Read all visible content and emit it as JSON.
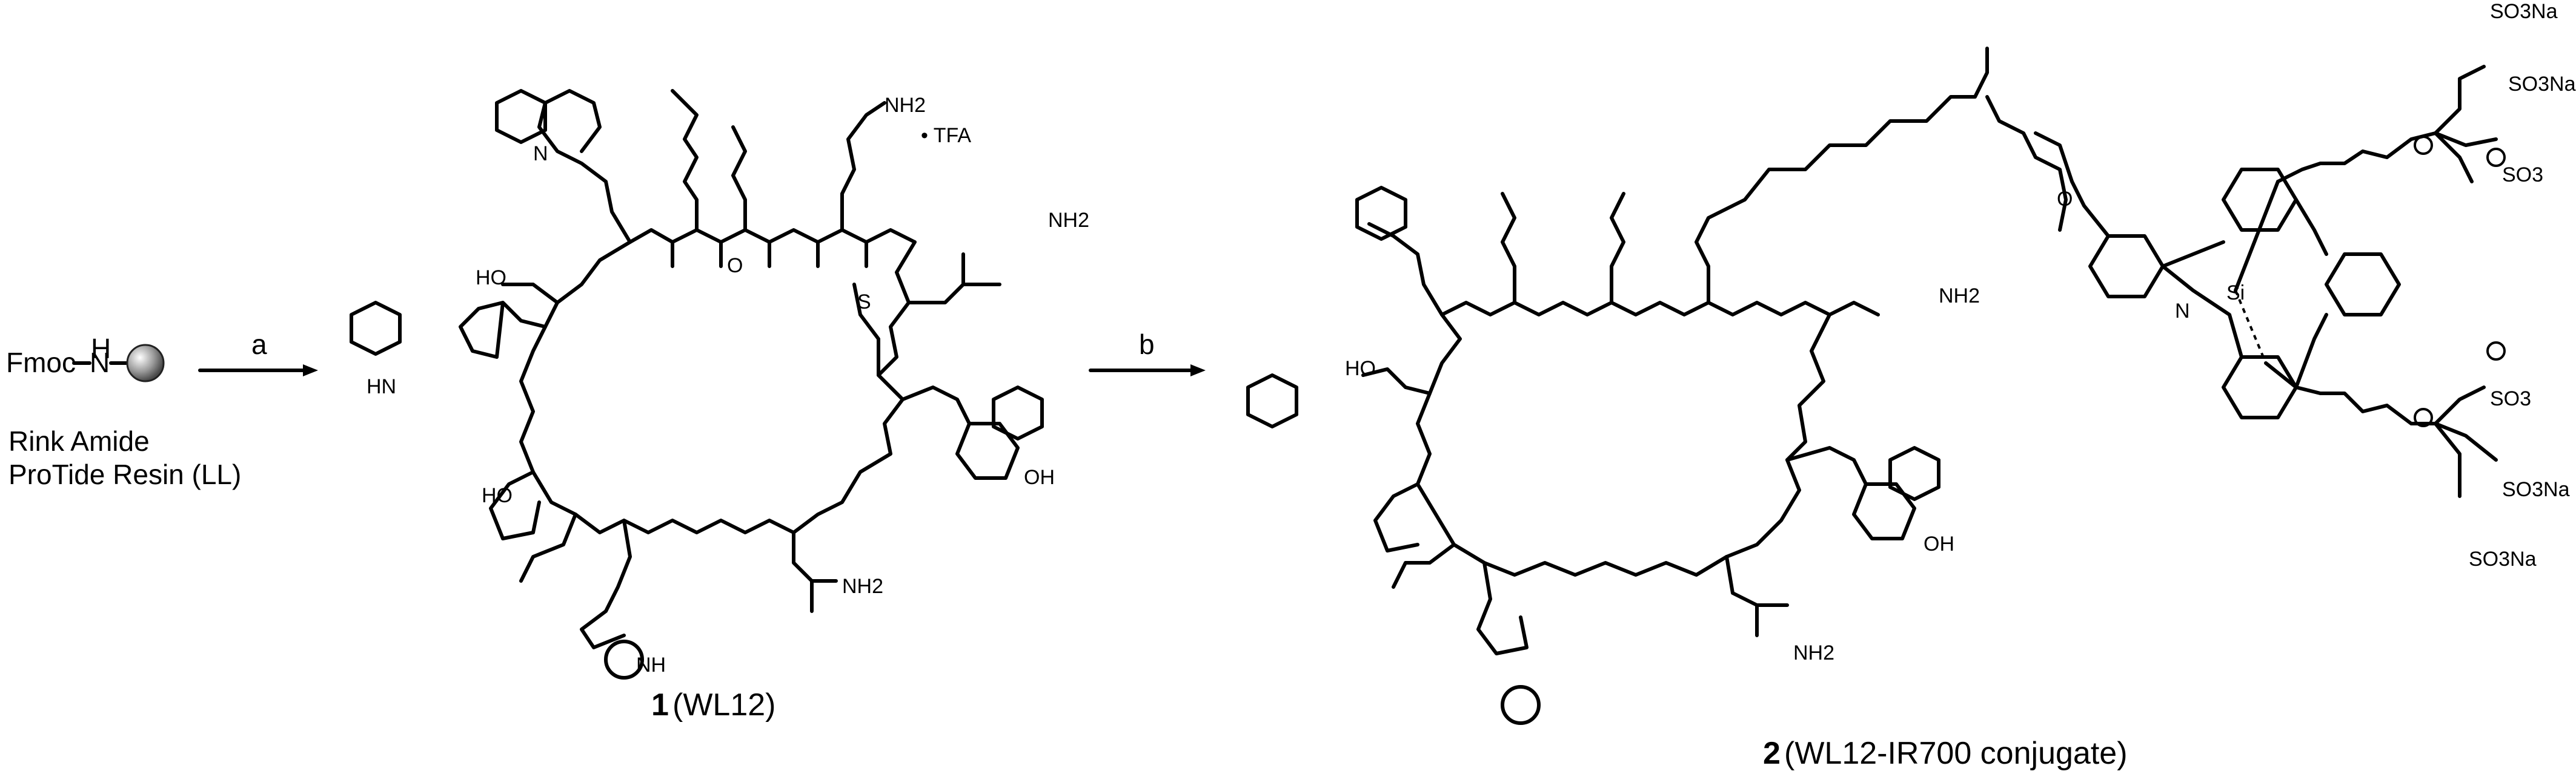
{
  "start_material": {
    "group": "Fmoc",
    "atom": "H",
    "atom2": "N",
    "name_line1": "Rink Amide",
    "name_line2": "ProTide Resin (LL)"
  },
  "arrows": [
    {
      "label": "a"
    },
    {
      "label": "b"
    }
  ],
  "compound1": {
    "number": "1",
    "name": "(WL12)",
    "salt": "• TFA",
    "atom_labels": [
      "NH2",
      "NH2",
      "NH2",
      "HO",
      "HO",
      "OH",
      "HN",
      "NH",
      "N",
      "O",
      "S"
    ]
  },
  "compound2": {
    "number": "2",
    "name": "(WL12-IR700 conjugate)",
    "atom_labels": [
      "SO3Na",
      "SO3Na",
      "SO3Na",
      "SO3Na",
      "SO3",
      "SO3",
      "Si",
      "O",
      "N",
      "NH2",
      "NH2",
      "HO",
      "OH"
    ]
  }
}
